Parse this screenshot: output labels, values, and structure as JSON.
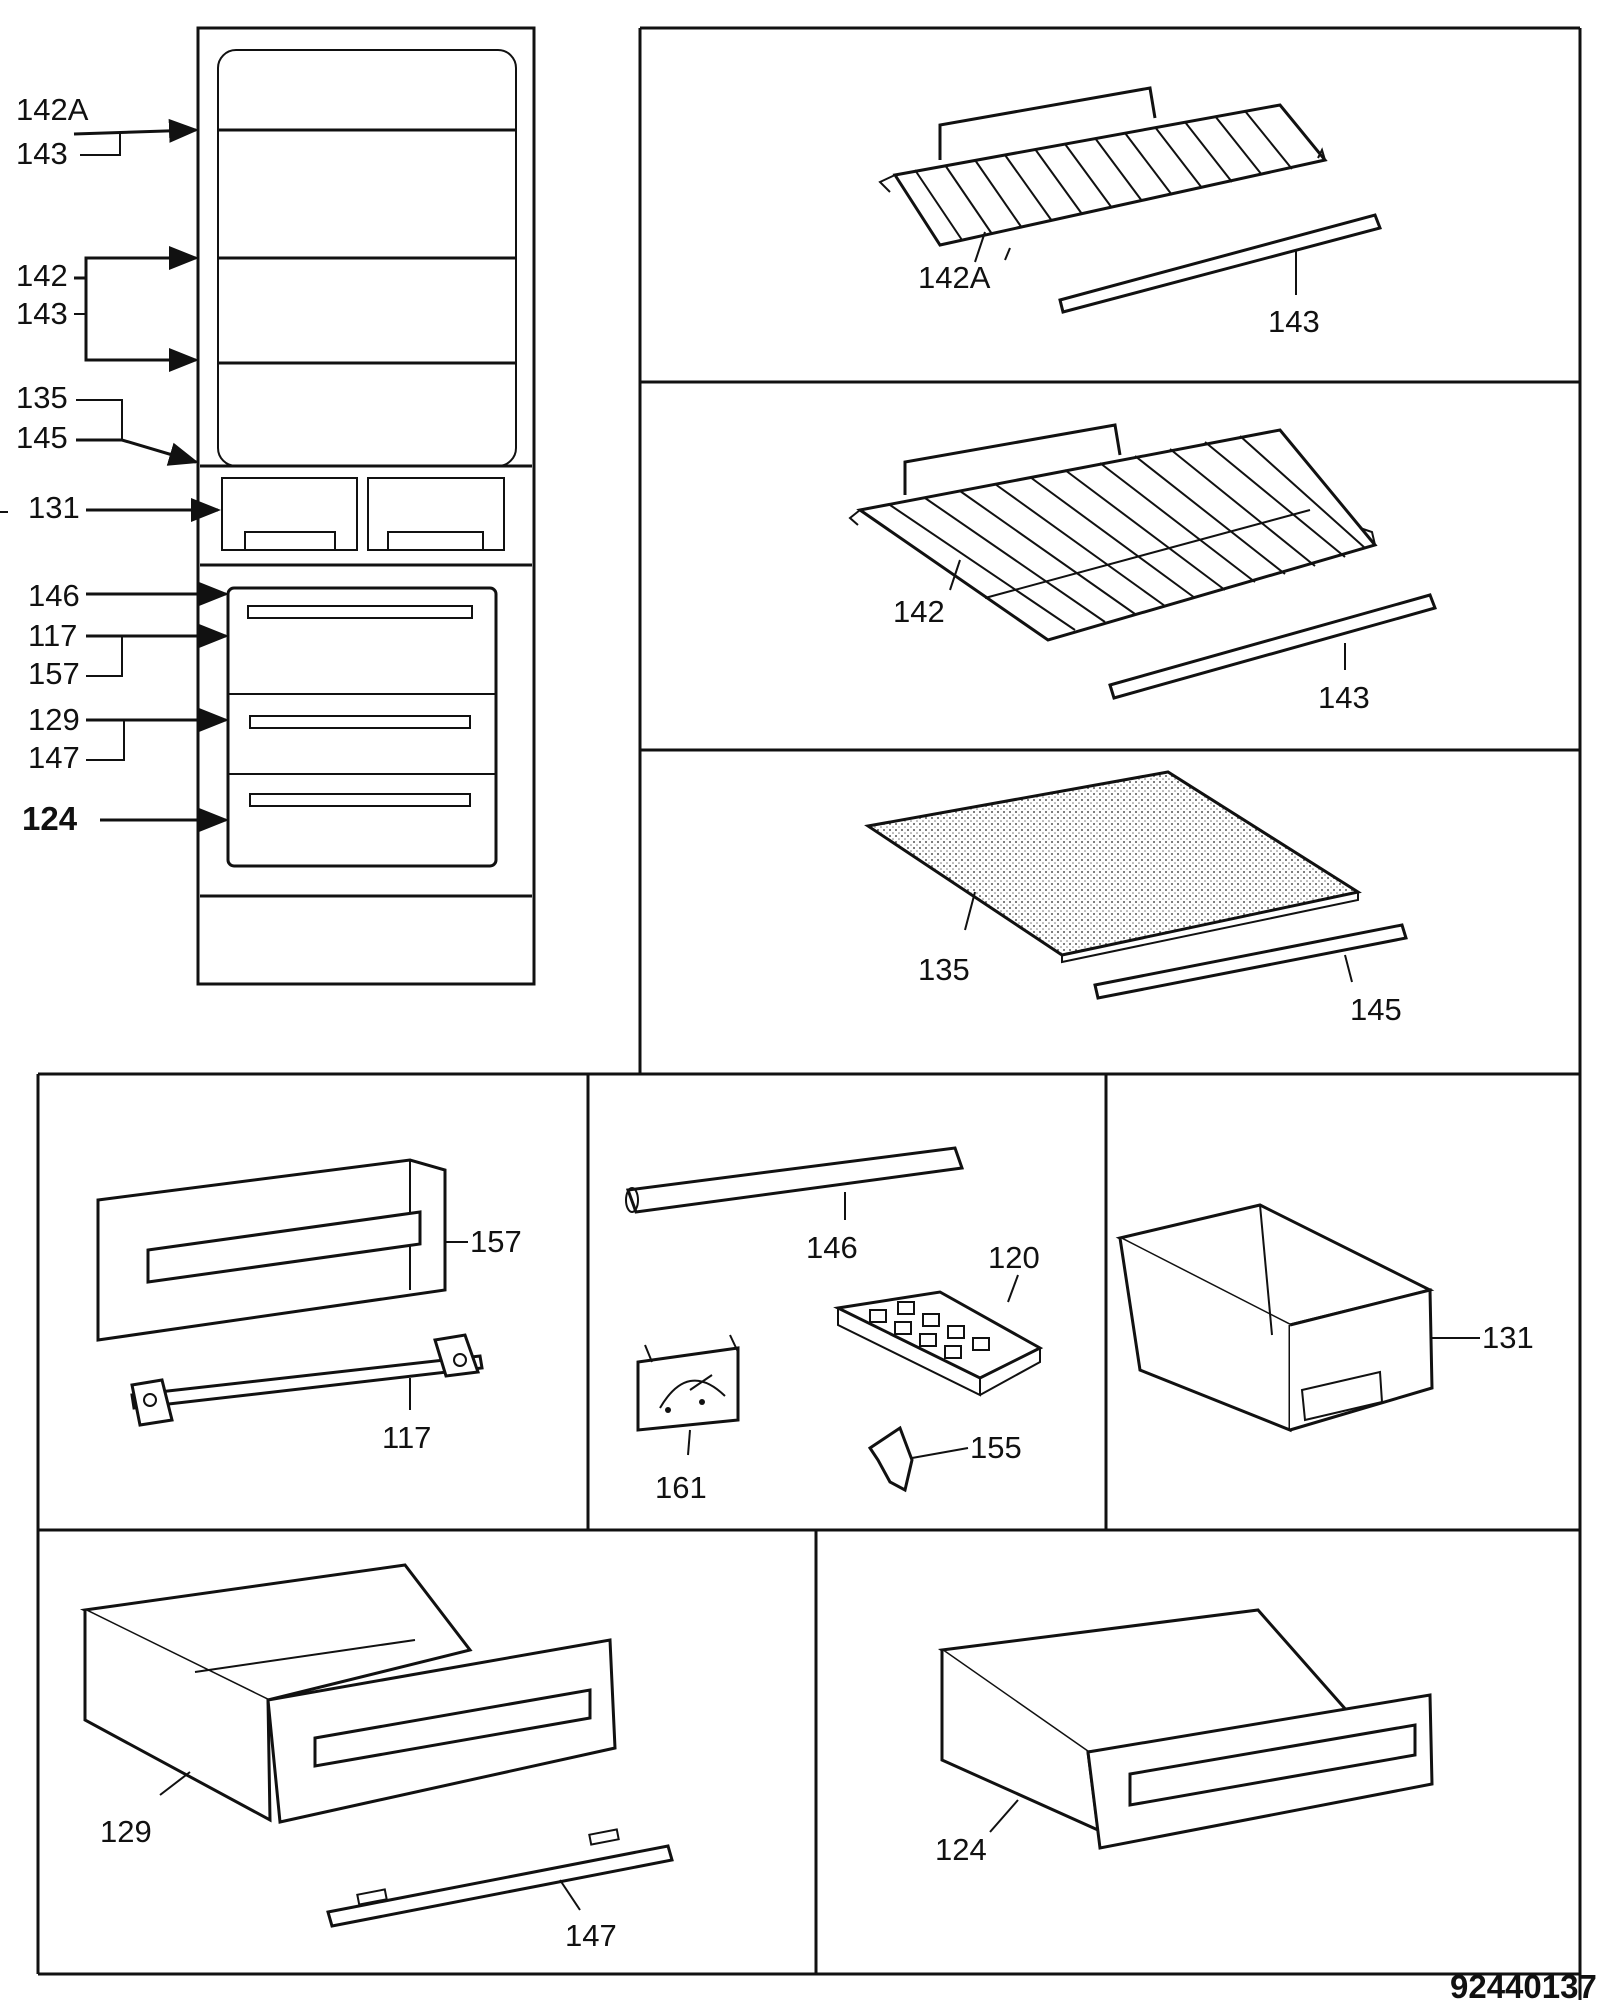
{
  "document_number": "92440137",
  "overview_labels": {
    "l142a": "142A",
    "l143a": "143",
    "l142": "142",
    "l143b": "143",
    "l135": "135",
    "l145": "145",
    "l131": "131",
    "l146": "146",
    "l117": "117",
    "l157": "157",
    "l129": "129",
    "l147": "147",
    "l124": "124"
  },
  "panel_wire_shelf_top": {
    "shelf": "142A",
    "rail": "143"
  },
  "panel_wire_shelf": {
    "shelf": "142",
    "rail": "143"
  },
  "panel_glass_shelf": {
    "shelf": "135",
    "rail": "145"
  },
  "panel_flap": {
    "flap": "157",
    "hinge": "117"
  },
  "panel_accessories": {
    "strip": "146",
    "ice_tray": "120",
    "thermostat": "161",
    "clip": "155"
  },
  "panel_box": {
    "box": "131"
  },
  "panel_drawer_large": {
    "drawer": "129",
    "runner": "147"
  },
  "panel_drawer_small": {
    "drawer": "124"
  }
}
